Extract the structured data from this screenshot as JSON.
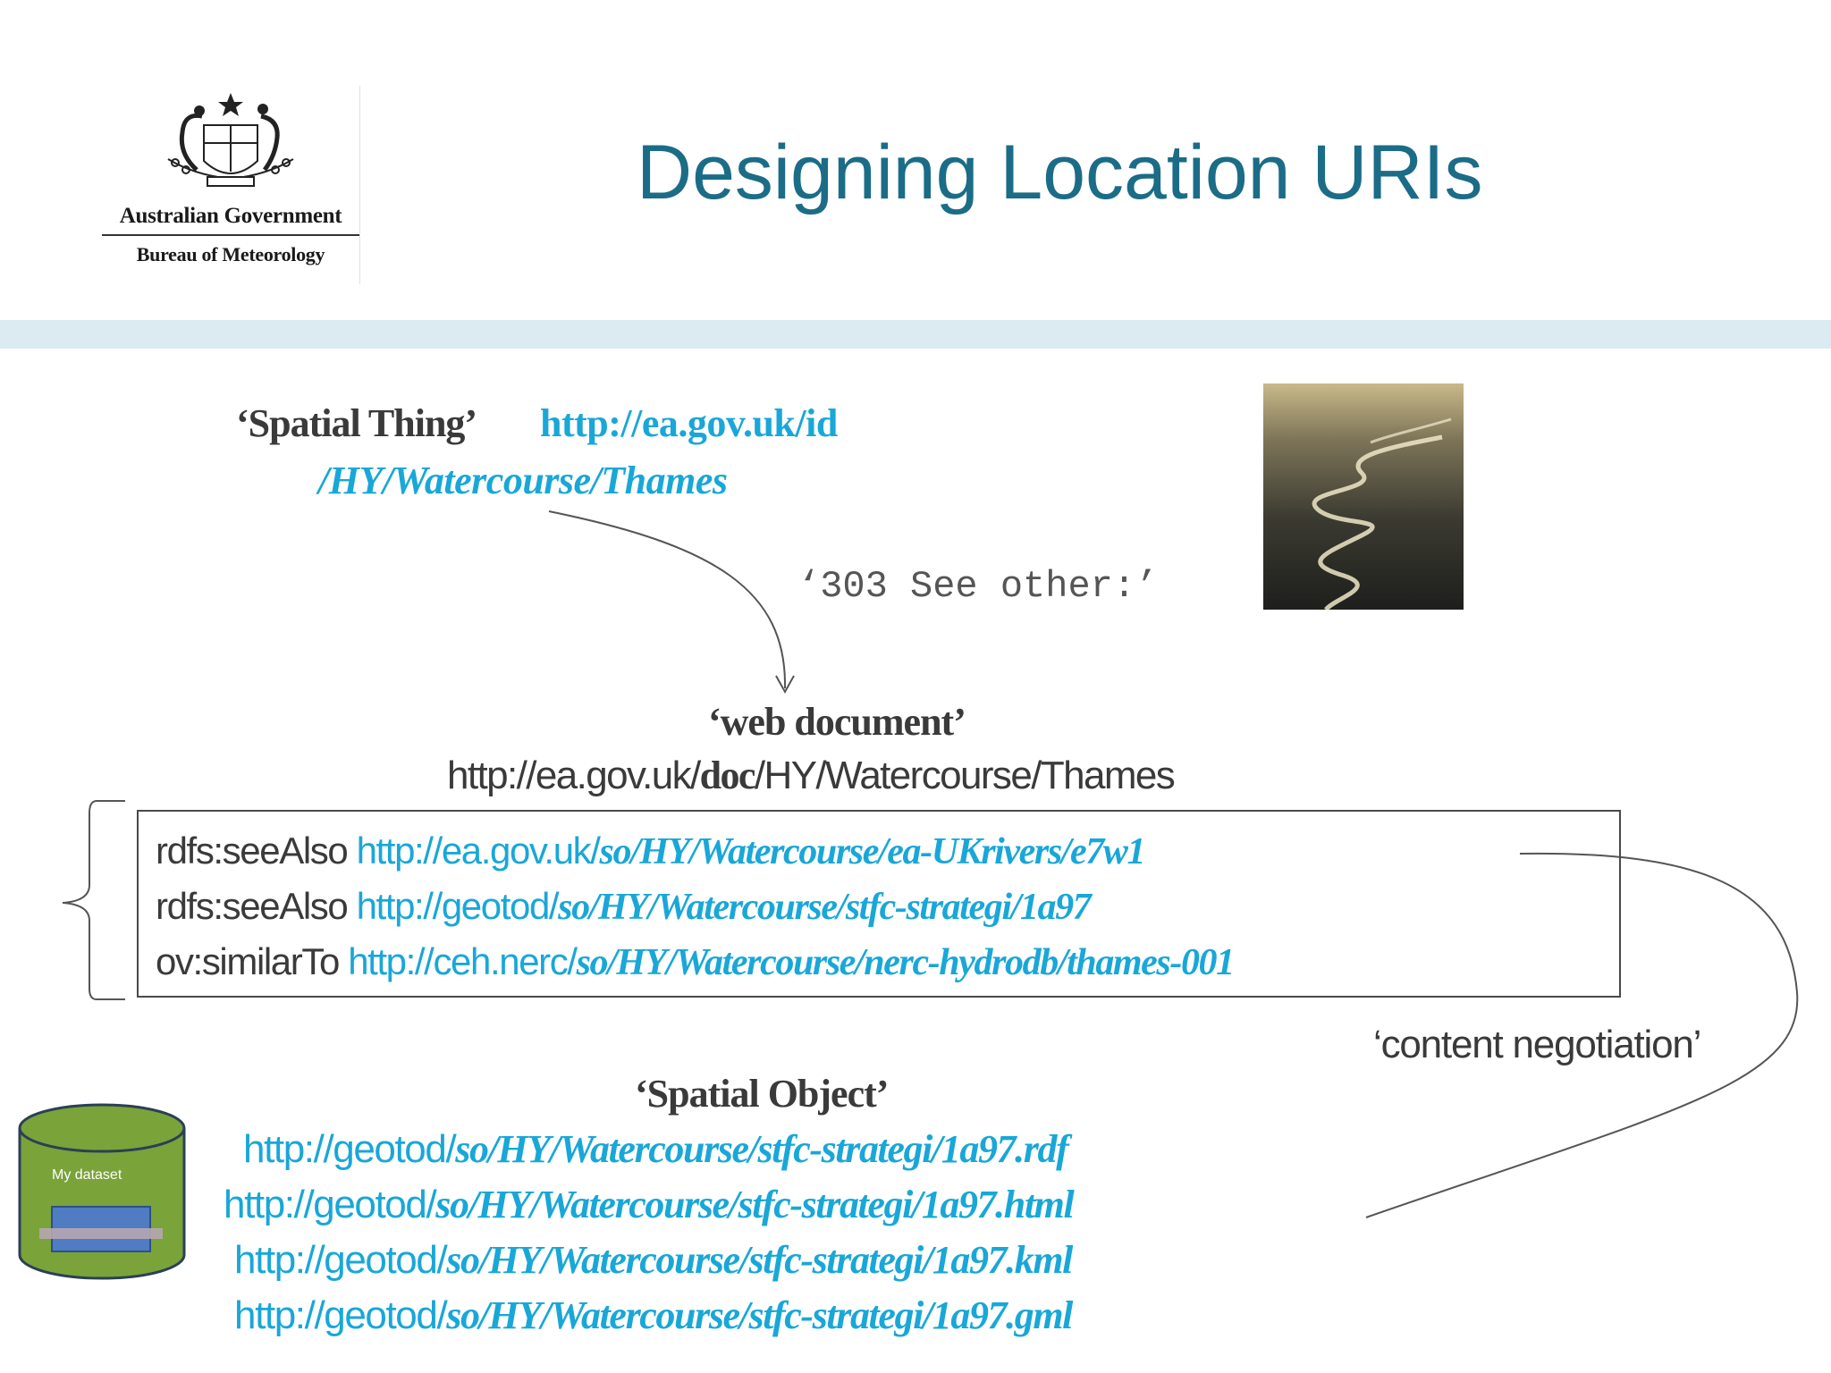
{
  "header": {
    "org_name": "Australian Government",
    "org_unit": "Bureau of Meteorology",
    "title": "Designing Location URIs"
  },
  "spatial_thing": {
    "label": "‘Spatial Thing’",
    "url_line1": "http://ea.gov.uk/id",
    "url_line2": "/HY/Watercourse/Thames"
  },
  "redirect_label": "‘303 See other:’",
  "web_document": {
    "label": "‘web document’",
    "url_prefix": "http://ea.gov.uk/",
    "url_highlight": "doc",
    "url_suffix": "/HY/Watercourse/Thames"
  },
  "links": [
    {
      "predicate": "rdfs:seeAlso ",
      "base": "http://ea.gov.uk/",
      "path": "so/HY/Watercourse/ea-UKrivers/e7w1"
    },
    {
      "predicate": "rdfs:seeAlso ",
      "base": "http://geotod/",
      "path": "so/HY/Watercourse/stfc-strategi/1a97"
    },
    {
      "predicate": "ov:similarTo ",
      "base": "http://ceh.nerc/",
      "path": "so/HY/Watercourse/nerc-hydrodb/thames-001"
    }
  ],
  "content_negotiation_label": "‘content negotiation’",
  "spatial_object": {
    "label": "‘Spatial Object’",
    "urls": [
      {
        "base": "http://geotod/",
        "path": "so/HY/Watercourse/stfc-strategi/1a97",
        "ext": ".rdf"
      },
      {
        "base": "http://geotod/",
        "path": "so/HY/Watercourse/stfc-strategi/1a97",
        "ext": ".html"
      },
      {
        "base": "http://geotod/",
        "path": "so/HY/Watercourse/stfc-strategi/1a97",
        "ext": ".kml"
      },
      {
        "base": "http://geotod/",
        "path": "so/HY/Watercourse/stfc-strategi/1a97",
        "ext": ".gml"
      }
    ]
  },
  "dataset": {
    "label": "My dataset"
  },
  "colors": {
    "title": "#1b6c87",
    "link": "#19a7d8",
    "band": "#dcebf1",
    "dataset": "#7aa33a"
  },
  "icons": [
    "coat-of-arms-icon",
    "river-photo",
    "database-icon"
  ]
}
